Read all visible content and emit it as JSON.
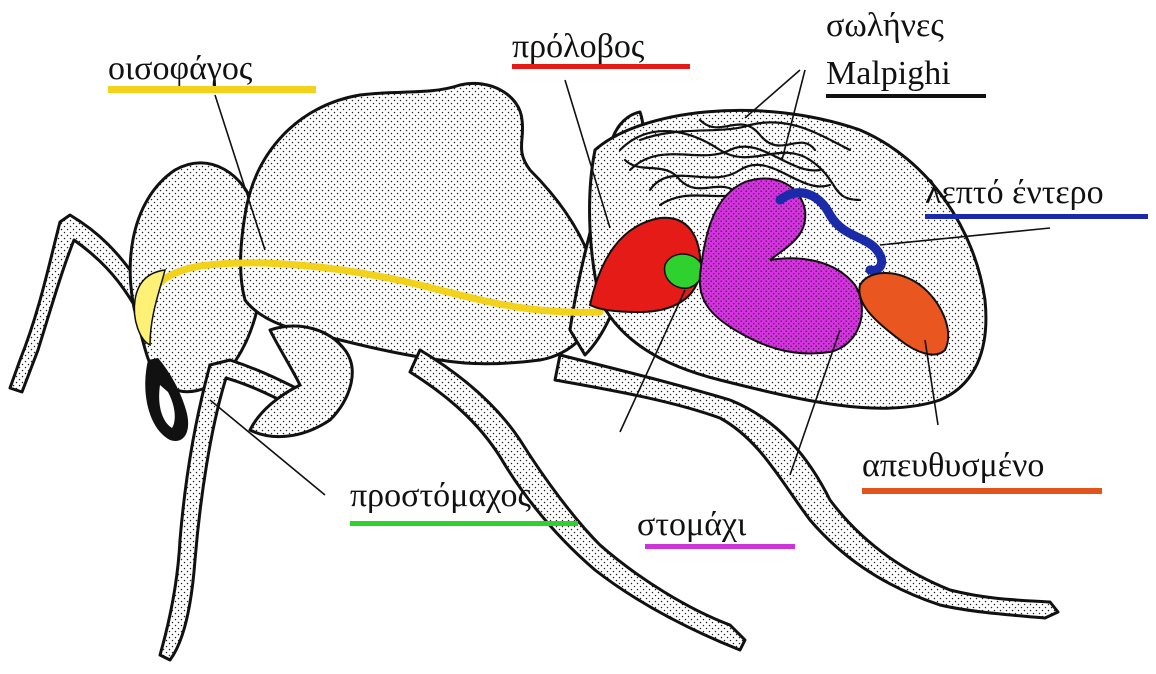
{
  "diagram": {
    "subject": "ant digestive system",
    "labels": {
      "oisofagos": "οισοφάγος",
      "prolovos": "πρόλοβος",
      "solines_line1": "σωλήνες",
      "solines_line2": "Malpighi",
      "lepto_entero": "λεπτό έντερο",
      "prostomachos": "προστόμαχος",
      "stomachi": "στομάχι",
      "apeuthysmeno": "απευθυσμένο"
    },
    "colors": {
      "oisofagos": "#f2d21a",
      "prolovos": "#e41b17",
      "solines": "#111111",
      "lepto_entero": "#1a2aa8",
      "prostomachos": "#2fd12f",
      "stomachi": "#cc33d9",
      "apeuthysmeno": "#e2541c",
      "esophagus_fill": "#fff176",
      "crop_fill": "#e41b17",
      "proventriculus_fill": "#2fd12f",
      "stomach_fill": "#d633e0",
      "intestine_fill": "#1a2aa8",
      "rectum_fill": "#e9561f"
    }
  }
}
